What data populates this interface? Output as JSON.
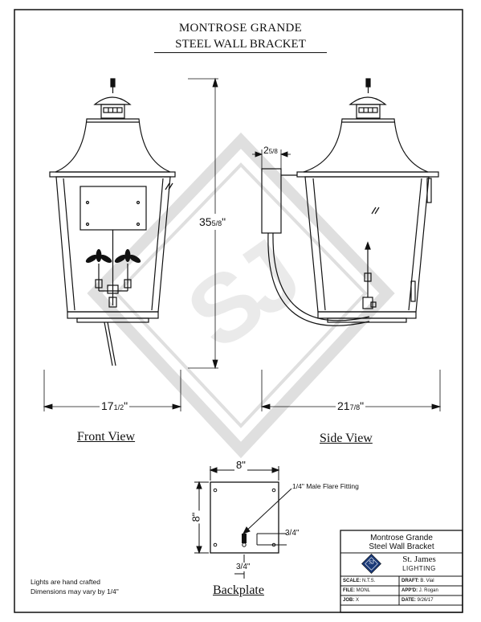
{
  "title": {
    "line1": "MONTROSE GRANDE",
    "line2": "STEEL WALL BRACKET"
  },
  "views": {
    "front": "Front View",
    "side": "Side View",
    "backplate": "Backplate"
  },
  "dimensions": {
    "height": "35",
    "height_fraction": "5/8",
    "front_width": "17",
    "front_width_fraction": "1/2",
    "side_width": "21",
    "side_width_fraction": "7/8",
    "arm_width": "2",
    "arm_width_fraction": "5/8",
    "backplate_width": "8\"",
    "backplate_height": "8\"",
    "fitting_offset": "3/4\"",
    "fitting_bottom": "3/4\""
  },
  "callout": {
    "fitting": "1/4\" Male Flare Fitting"
  },
  "notes": {
    "line1": "Lights are hand crafted",
    "line2": "Dimensions may vary by 1/4\""
  },
  "watermark": "SJ",
  "title_block": {
    "product_line1": "Montrose Grande",
    "product_line2": "Steel Wall Bracket",
    "company": "St. James",
    "company_sub": "LIGHTING",
    "logo": "SJ",
    "scale_label": "SCALE:",
    "scale_value": "N.T.S.",
    "draft_label": "DRAFT:",
    "draft_value": "B. Vial",
    "file_label": "FILE:",
    "file_value": "MONL",
    "appd_label": "APP'D:",
    "appd_value": "J. Rogan",
    "job_label": "JOB:",
    "job_value": "X",
    "date_label": "DATE:",
    "date_value": "9/26/17"
  }
}
